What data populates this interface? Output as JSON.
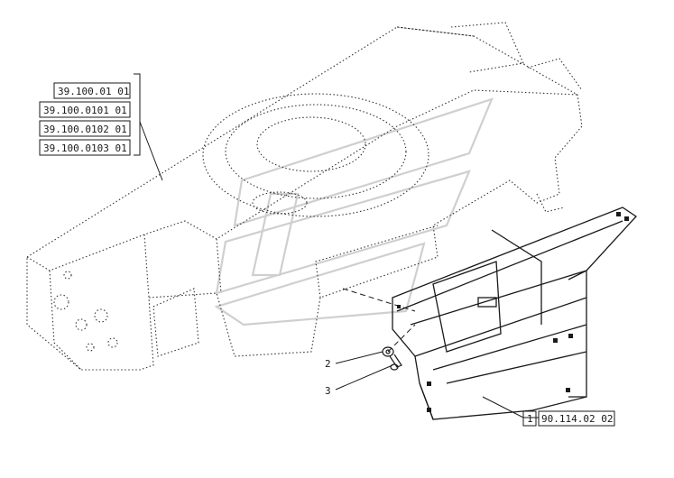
{
  "references": {
    "group": [
      {
        "code": "39.100.01 01"
      },
      {
        "code": "39.100.0101 01"
      },
      {
        "code": "39.100.0102 01"
      },
      {
        "code": "39.100.0103 01"
      }
    ],
    "item_1": {
      "num": "1",
      "code": "90.114.02 02"
    }
  },
  "callouts": {
    "item_2": "2",
    "item_3": "3"
  },
  "colors": {
    "line": "#1a1a1a",
    "dotted": "#333333",
    "watermark": "#d9d9d9"
  }
}
